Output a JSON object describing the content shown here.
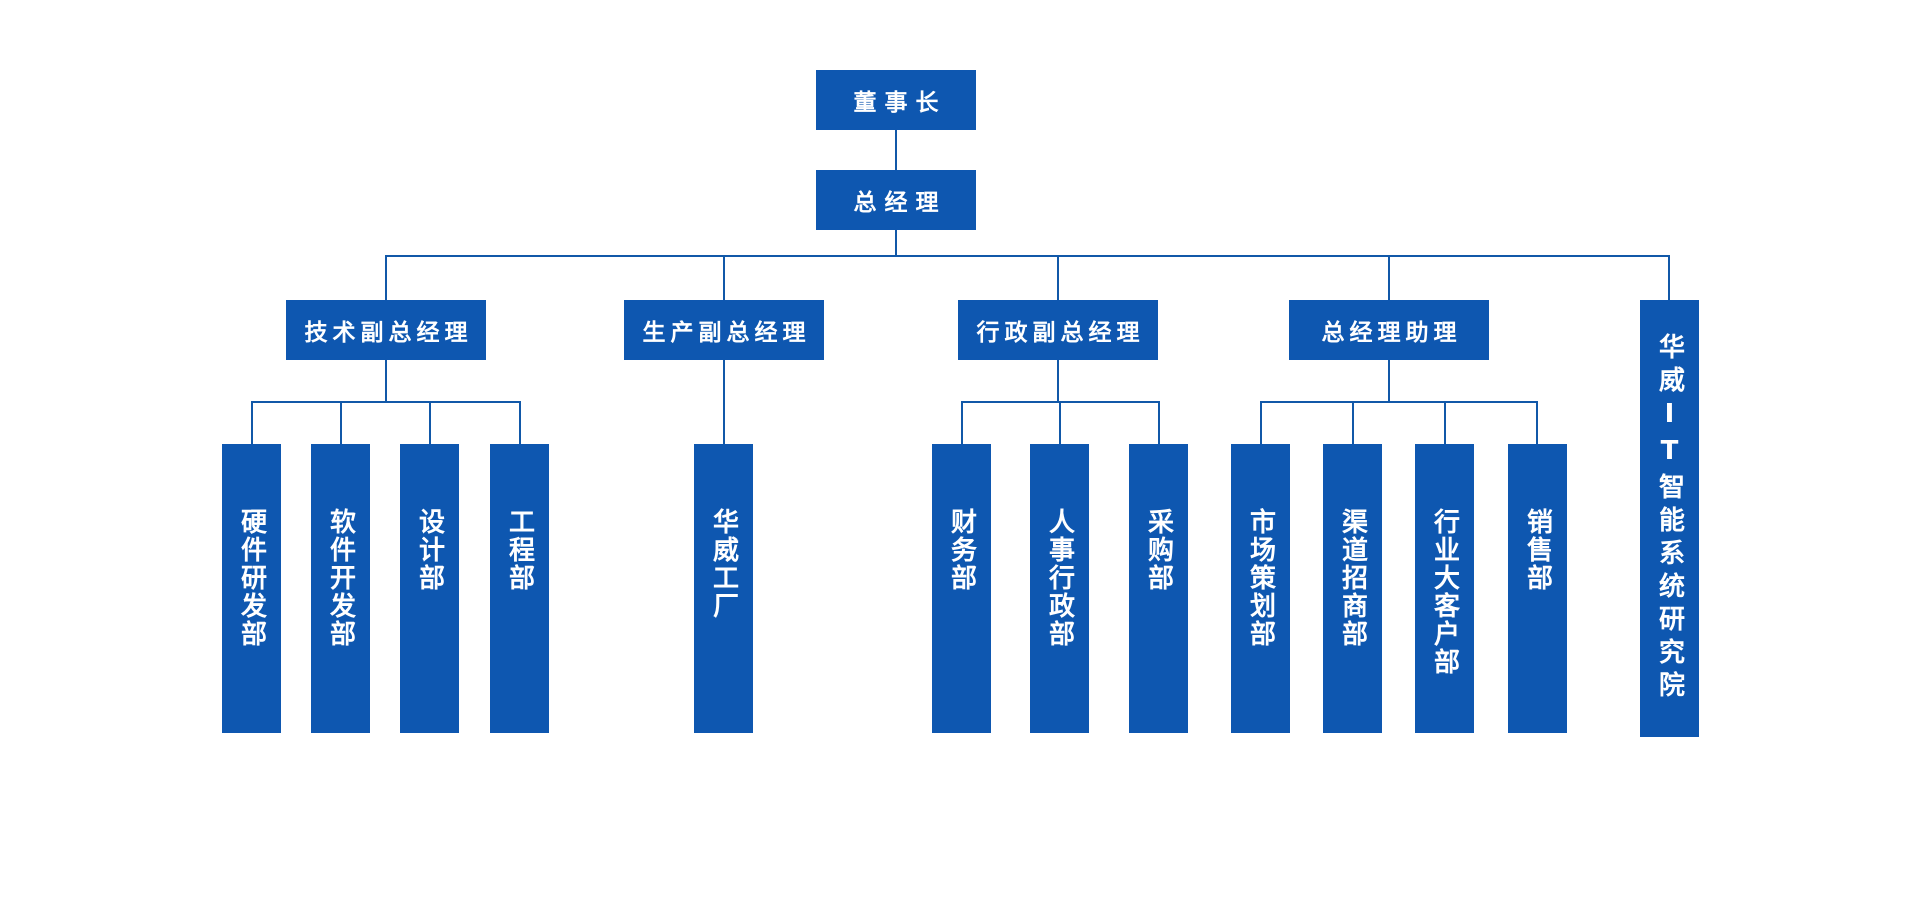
{
  "colors": {
    "box_fill": "#0e57b0",
    "connector_line": "#1158a8",
    "box_text": "#ffffff",
    "background": "#ffffff"
  },
  "org": {
    "chairman": "董事长",
    "general_manager": "总经理",
    "branches": [
      {
        "label": "技术副总经理",
        "children": [
          "硬件研发部",
          "软件开发部",
          "设计部",
          "工程部"
        ]
      },
      {
        "label": "生产副总经理",
        "children": [
          "华威工厂"
        ]
      },
      {
        "label": "行政副总经理",
        "children": [
          "财务部",
          "人事行政部",
          "采购部"
        ]
      },
      {
        "label": "总经理助理",
        "children": [
          "市场策划部",
          "渠道招商部",
          "行业大客户部",
          "销售部"
        ]
      },
      {
        "label": "华威IT智能系统研究院",
        "children": []
      }
    ]
  }
}
